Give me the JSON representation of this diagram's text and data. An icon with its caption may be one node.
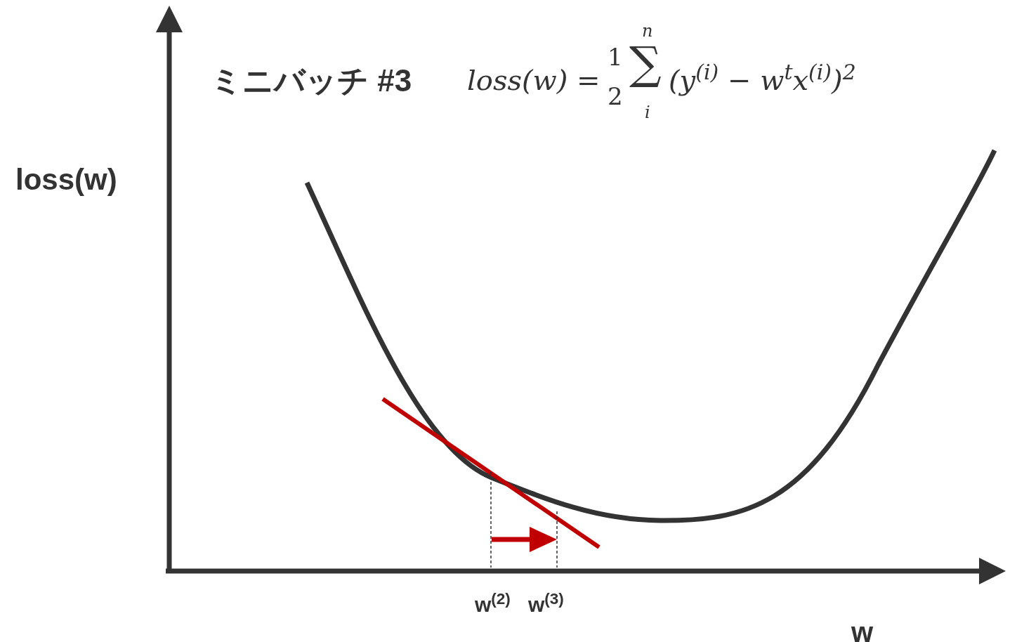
{
  "diagram": {
    "labels": [
      "ミニバッチ #3",
      "loss(w) =",
      "1",
      "2",
      "∑",
      "n",
      "i",
      "(y$^{(i)}$ − w$^{t}$x$^{(i)}$)$^{2}$",
      "loss(w)",
      "w$^{(2)}$",
      "w$^{(3)}$",
      "w"
    ]
  }
}
